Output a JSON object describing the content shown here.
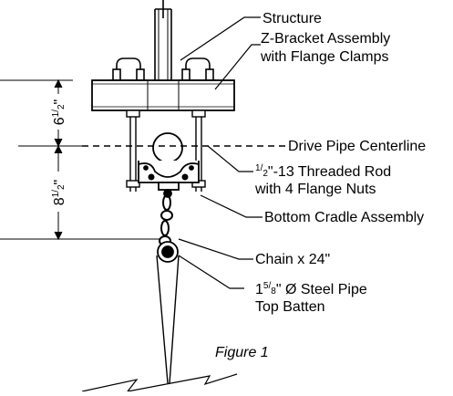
{
  "labels": {
    "structure": "Structure",
    "zbracket_line1": "Z-Bracket Assembly",
    "zbracket_line2": "with Flange Clamps",
    "drive_pipe": "Drive Pipe Centerline",
    "rod_sup": "1",
    "rod_sub": "2",
    "rod_line1_rest": "\"-13 Threaded Rod",
    "rod_line2": "with 4 Flange Nuts",
    "cradle": "Bottom Cradle Assembly",
    "chain": "Chain x 24\"",
    "pipe_whole": "1",
    "pipe_sup": "5",
    "pipe_sub": "8",
    "pipe_rest": "\" Ø Steel Pipe",
    "pipe_line2": "Top Batten",
    "figure": "Figure 1"
  },
  "dimensions": {
    "upper": {
      "whole": "6",
      "num": "1",
      "den": "2",
      "unit": "\""
    },
    "lower": {
      "whole": "8",
      "num": "1",
      "den": "2",
      "unit": "\""
    }
  },
  "colors": {
    "line": "#000000",
    "background": "#ffffff",
    "drive_pipe_line": "#000000"
  }
}
